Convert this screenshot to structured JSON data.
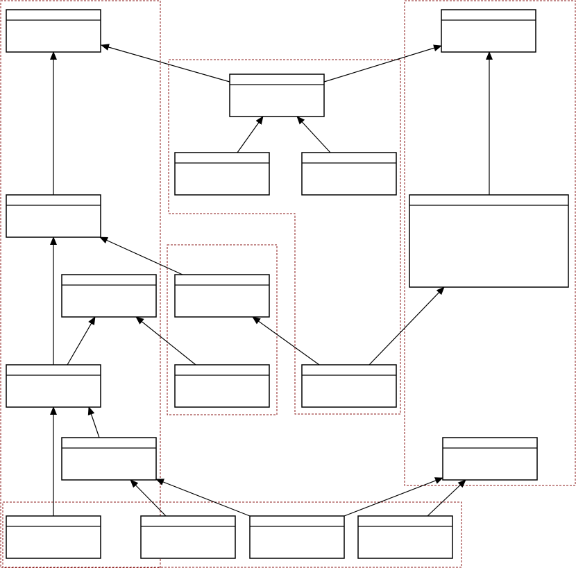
{
  "diagram": {
    "title": "",
    "colors": {
      "background": "#ffffff",
      "box_stroke": "#000000",
      "box_fill": "#ffffff",
      "arrow": "#000000",
      "group_border": "#8b1a1a"
    },
    "nodes": [
      {
        "id": "A1",
        "name": "",
        "members": ""
      },
      {
        "id": "A2",
        "name": "",
        "members": ""
      },
      {
        "id": "A3",
        "name": "",
        "members": ""
      },
      {
        "id": "A4",
        "name": "",
        "members": ""
      },
      {
        "id": "A5",
        "name": "",
        "members": ""
      },
      {
        "id": "A6",
        "name": "",
        "members": ""
      },
      {
        "id": "B1",
        "name": "",
        "members": ""
      },
      {
        "id": "C1",
        "name": "",
        "members": ""
      },
      {
        "id": "C2",
        "name": "",
        "members": ""
      },
      {
        "id": "D1",
        "name": "",
        "members": ""
      },
      {
        "id": "D2",
        "name": "",
        "members": ""
      },
      {
        "id": "E1",
        "name": "",
        "members": ""
      },
      {
        "id": "F1",
        "name": "",
        "members": ""
      },
      {
        "id": "F2",
        "name": "",
        "members": ""
      },
      {
        "id": "F3",
        "name": "",
        "members": ""
      },
      {
        "id": "G1",
        "name": "",
        "members": ""
      },
      {
        "id": "G2",
        "name": "",
        "members": ""
      },
      {
        "id": "G3",
        "name": "",
        "members": ""
      }
    ],
    "edges": [
      {
        "from": "A2",
        "to": "A1"
      },
      {
        "from": "A3",
        "to": "A2"
      },
      {
        "from": "A3",
        "to": "A4"
      },
      {
        "from": "A5",
        "to": "A3"
      },
      {
        "from": "A6",
        "to": "A5"
      },
      {
        "from": "B1",
        "to": "A1"
      },
      {
        "from": "B1",
        "to": "F1"
      },
      {
        "from": "C1",
        "to": "B1"
      },
      {
        "from": "C2",
        "to": "B1"
      },
      {
        "from": "D1",
        "to": "A2"
      },
      {
        "from": "D2",
        "to": "A4"
      },
      {
        "from": "E1",
        "to": "D1"
      },
      {
        "from": "E1",
        "to": "F2"
      },
      {
        "from": "F2",
        "to": "F1"
      },
      {
        "from": "G1",
        "to": "A5"
      },
      {
        "from": "G2",
        "to": "A5"
      },
      {
        "from": "G2",
        "to": "F3"
      },
      {
        "from": "G3",
        "to": "F3"
      }
    ],
    "groups": [
      {
        "id": "left-package"
      },
      {
        "id": "top-center-package"
      },
      {
        "id": "middle-package"
      },
      {
        "id": "right-package"
      },
      {
        "id": "bottom-package"
      }
    ]
  }
}
